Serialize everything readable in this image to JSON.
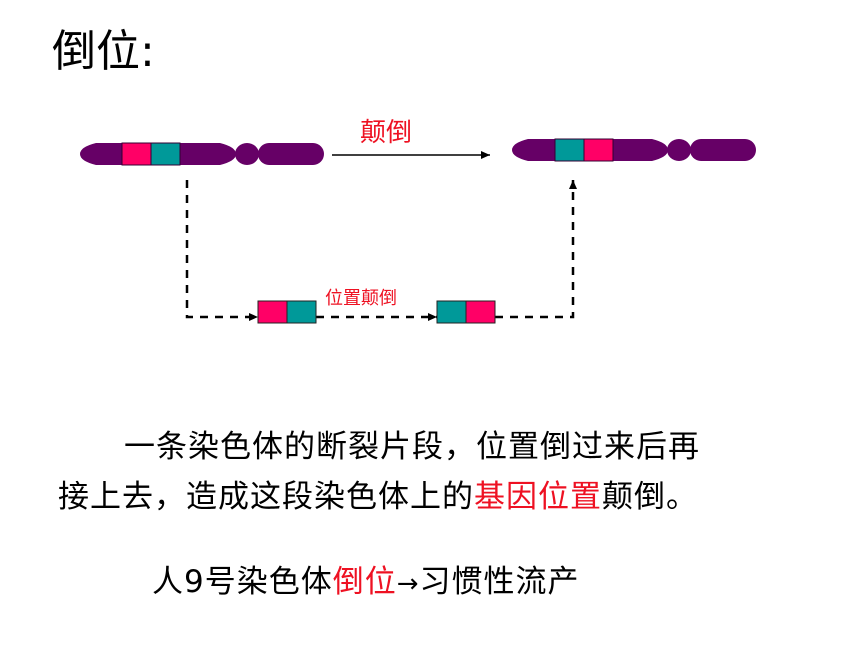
{
  "title": "倒位:",
  "diagram": {
    "top_label": "颠倒",
    "mid_label": "位置颠倒",
    "colors": {
      "chromosome": "#660066",
      "segment_pink": "#ff0066",
      "segment_teal": "#009999",
      "label_red": "#ee1122",
      "arrow": "#000000"
    }
  },
  "paragraph": {
    "line1": "一条染色体的断裂片段，位置倒过来后再",
    "line2_prefix": "接上去，造成这段染色体上的",
    "line2_highlight": "基因位置",
    "line2_suffix": "颠倒。"
  },
  "bottom": {
    "prefix": "人9号染色体",
    "highlight": "倒位",
    "arrow": "→",
    "suffix": "习惯性流产"
  }
}
